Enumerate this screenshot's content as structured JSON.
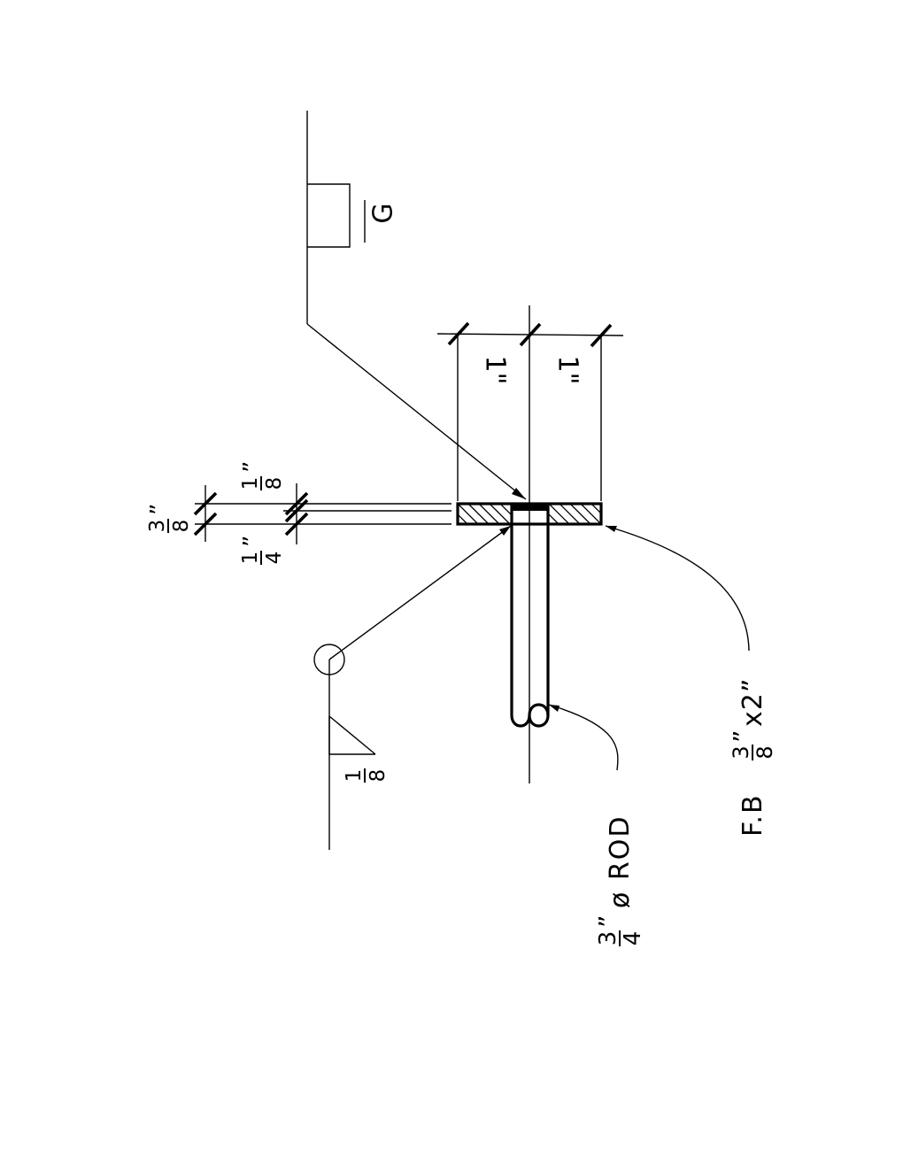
{
  "drawing": {
    "weld_grade": "G",
    "dim_flat_upper": "1\"",
    "dim_flat_lower": "1\"",
    "weld_size": {
      "num": "1",
      "den": "8"
    },
    "dim_total": {
      "num": "3",
      "den": "8",
      "mark": "”"
    },
    "dim_gap": {
      "num": "1",
      "den": "8",
      "mark": "”"
    },
    "dim_rod_edge": {
      "num": "1",
      "den": "4",
      "mark": "”"
    },
    "rod_label": {
      "num": "3",
      "den": "4",
      "mark": "”",
      "text": "ø ROD"
    },
    "flat_bar_label": {
      "prefix": "F.B",
      "num": "3",
      "den": "8",
      "mark": "”",
      "suffix": "x2”"
    }
  }
}
